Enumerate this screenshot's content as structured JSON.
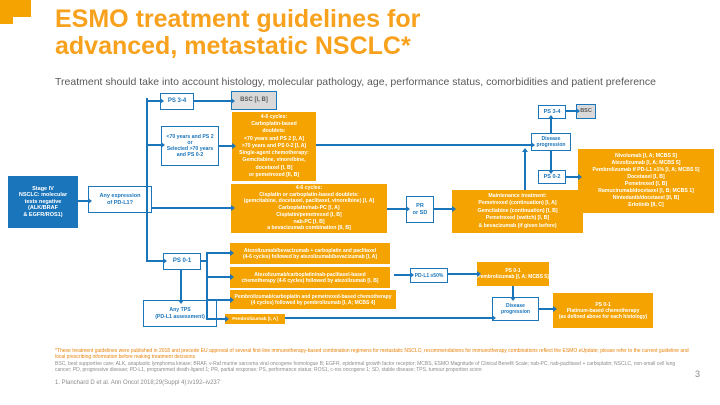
{
  "slide": {
    "title": "ESMO treatment guidelines for\nadvanced, metastatic NSCLC*",
    "subtitle": "Treatment should take into account histology, molecular pathology, age, performance status, comorbidities and patient preference",
    "footnote_star": "*These treatment guidelines were published in 2018 and precede EU approval of several first-line immunotherapy-based combination regimens for metastatic NSCLC; recommendations for immunotherapy combinations reflect the ESMO eUpdate; please refer to the current guideline and local prescribing information before making treatment decisions",
    "abbreviations": "BSC, best supportive care; ALK, anaplastic lymphoma kinase; BRAF, v-Raf murine sarcoma viral oncogene homologue B; EGFR, epidermal growth factor receptor; MCBS, ESMO Magnitude of Clinical Benefit Scale; nab-PC, nab-paclitaxel + carboplatin; NSCLC, non-small cell lung cancer; PD, progressive disease; PD-L1, programmed death-ligand 1; PR, partial response; PS, performance status; ROS1, c-ros oncogene 1; SD, stable disease; TPS, tumour proportion score",
    "reference": "1. Planchard D et al. Ann Oncol 2018;29(Suppl 4):iv192–iv237",
    "page_number": "3"
  },
  "colors": {
    "accent_orange": "#F5A300",
    "brand_blue": "#1B75BB",
    "grey_box": "#D9D9D9",
    "title_orange": "#F7A11C"
  },
  "flowchart": {
    "stage": "Stage IV\nNSCLC: molecular\ntests negative\n(ALK/BRAF\n& EGFR/ROS1)",
    "pdl1_expression": "Any expression\nof PD-L1?",
    "ps34_first": "PS 3-4",
    "bsc_first": "BSC [I, B]",
    "age_ps": "<70 years and PS 2\nor\nSelected >70 years\nand PS 0-2",
    "chemo_elderly": "4-6 cycles:\nCarboplatin-based\ndoublets:\n<70 years and PS 2 [I, A]\n>70 years and PS 0-2 [I, A]\nSingle-agent chemotherapy:\nGemcitabine, vinorelbine,\ndocetaxel [I, B]\nor pemetrexed [II, B]",
    "chemo_ps01": "4-6 cycles:\nCisplatin or carboplatin-based doublets:\n(gemcitabine, docetaxel, paclitaxel, vinorelbine) [I, A]\nCarboplatin/nab-PC [I, A]\nCisplatin/pemetrexed [I, B]\nnab-PC [I, B]\na bevacizumab combination [II, B]",
    "pr_sd": "PR\nor SD",
    "maintenance": "Maintenance treatment:\nPemetrexed (continuation) [I, A]\nGemcitabine (continuation) [I, B]\nPemetrexed (switch) [I, B]\n& bevacizumab (if given before)",
    "ps34_second": "PS 3-4",
    "bsc_second": "BSC",
    "disease_progression_1": "Disease\nprogression",
    "ps02": "PS 0-2",
    "second_line": "Nivolumab [I, A; MCBS 5]\nAtezolizumab [I, A; MCBS 5]\nPembrolizumab if PD-L1 ≥1% [I, A; MCBS 5]\nDocetaxel [I, B]\nPemetrexed [I, B]\nRamucirumab/docetaxel [I, B; MCBS 1]\nNintedanib/docetaxel [II, B]\nErlotinib [II, C]",
    "ps01": "PS 0-1",
    "combo_atezo_bev": "Atezolizumab/bevacizumab + carboplatin and paclitaxel\n(4-6 cycles) followed by atezolizumab/bevacizumab [I, A]",
    "combo_atezo_nabpc": "Atezolizumab/carboplatin/nab-paclitaxel-based\nchemotherapy (4-6 cycles) followed by atezolizumab [I, B]",
    "combo_pembro_chemo": "Pembrolizumab/carboplatin and pemetrexed-based chemotherapy\n(4 cycles) followed by pembrolizumab [I, A; MCBS 4]",
    "pembro_mono_small": "Pembrolizumab [I, A]",
    "any_tps": "Any TPS\n(PD-L1 assessment)",
    "pdl1_high": "PD-L1 ≥50%",
    "pembro_mono": "PS 0-1\nPembrolizumab [I, A; MCBS 5]",
    "disease_progression_2": "Disease\nprogression",
    "platinum_after_io": "PS 0-1\nPlatinum-based chemotherapy\n(as defined above for each histology)"
  }
}
